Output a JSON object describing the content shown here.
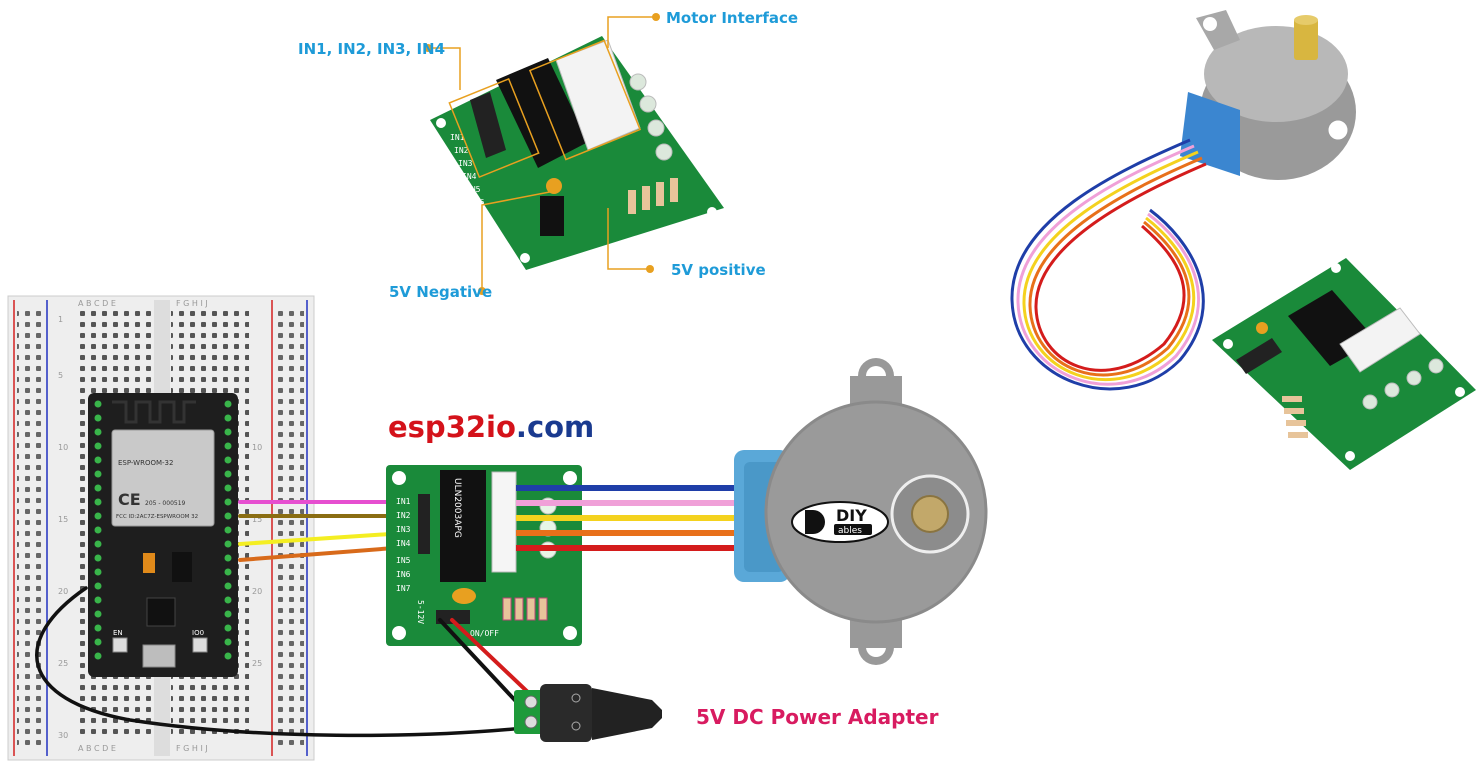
{
  "brand": {
    "part1": "esp32io",
    "part2": ".com",
    "color1": "#d4121a",
    "color2": "#1a3a8f"
  },
  "callouts": {
    "in_pins": "IN1, IN2, IN3, IN4",
    "motor_interface": "Motor Interface",
    "v5_positive": "5V positive",
    "v5_negative": "5V Negative"
  },
  "power_adapter": "5V DC Power Adapter",
  "esp32": {
    "module_name": "ESP-WROOM-32",
    "fcc": "FCC ID:2AC7Z-ESPWROOM 32",
    "reg": "205 - 000519",
    "btn_en": "EN",
    "btn_io0": "IO0"
  },
  "driver": {
    "chip_label": "ULN2003APG",
    "pins": [
      "IN1",
      "IN2",
      "IN3",
      "IN4",
      "IN5",
      "IN6",
      "IN7"
    ],
    "power_label": "5-12V",
    "switch_label": "ON/OFF"
  },
  "motor_logo": {
    "main": "DIY",
    "sub": "ables"
  },
  "breadboard": {
    "cols_left": "A B C D E",
    "cols_right": "F G H I J",
    "rows": [
      "1",
      "5",
      "10",
      "15",
      "20",
      "25",
      "30"
    ]
  },
  "colors": {
    "pink": "#e64fd0",
    "brown": "#8a6d12",
    "yellow": "#f4ee22",
    "orange": "#d86a1a",
    "blue": "#1f3ea8",
    "red": "#d41c1c",
    "pcb": "#1a8a3a"
  }
}
